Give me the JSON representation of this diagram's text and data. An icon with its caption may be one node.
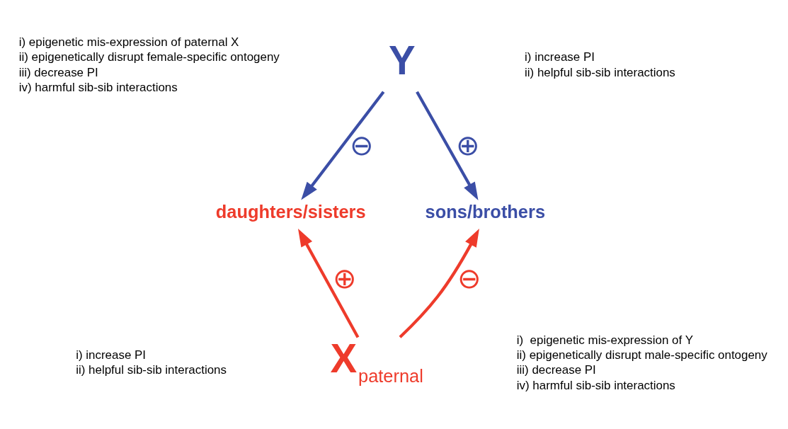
{
  "diagram": {
    "nodes": [
      {
        "text": [
          "Y"
        ]
      },
      {
        "text": [
          "daughters/sisters"
        ]
      },
      {
        "text": [
          "sons/brothers"
        ]
      },
      {
        "text": [
          "X",
          "paternal"
        ]
      }
    ],
    "edges": [
      {
        "from": 0,
        "to": 1,
        "arrow": "to",
        "label": "⊖",
        "color": "#3b4ea6"
      },
      {
        "from": 0,
        "to": 2,
        "arrow": "to",
        "label": "⊕",
        "color": "#3b4ea6"
      },
      {
        "from": 3,
        "to": 1,
        "arrow": "to",
        "label": "⊕",
        "color": "#ee3b2b"
      },
      {
        "from": 3,
        "to": 2,
        "arrow": "to",
        "label": "⊖",
        "color": "#ee3b2b"
      }
    ],
    "labels": [
      "i) epigenetic mis-expression of paternal X",
      "ii) epigenetically disrupt female-specific ontogeny",
      "iii) decrease PI",
      "iv) harmful sib-sib interactions",
      "i) increase PI",
      "ii) helpful sib-sib interactions",
      "i) increase PI",
      "ii) helpful sib-sib interactions",
      "i)  epigenetic mis-expression of Y",
      "ii) epigenetically disrupt male-specific ontogeny",
      "iii) decrease PI",
      "iv) harmful sib-sib interactions"
    ]
  }
}
